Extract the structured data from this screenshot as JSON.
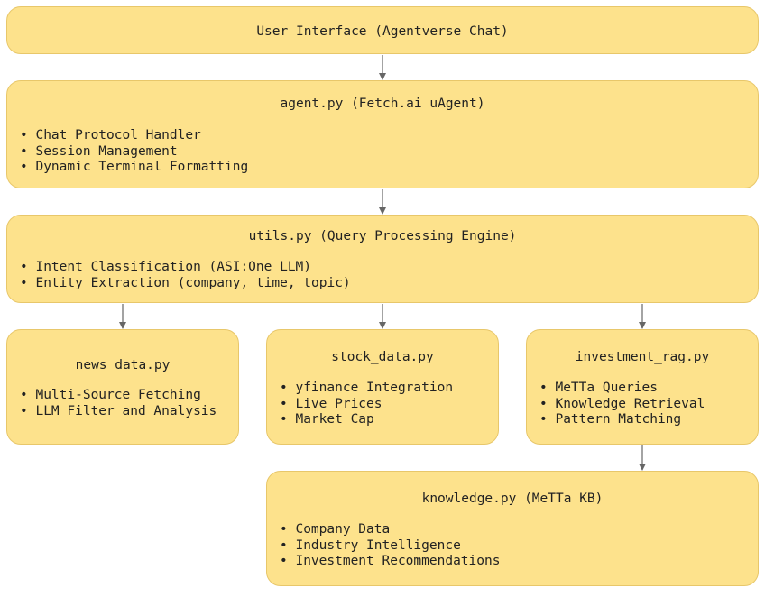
{
  "nodes": {
    "ui": {
      "title": "User Interface (Agentverse Chat)"
    },
    "agent": {
      "title": "agent.py (Fetch.ai uAgent)",
      "items": [
        "Chat Protocol Handler",
        "Session Management",
        "Dynamic Terminal Formatting"
      ]
    },
    "utils": {
      "title": "utils.py (Query Processing Engine)",
      "items": [
        "Intent Classification (ASI:One LLM)",
        "Entity Extraction (company, time, topic)"
      ]
    },
    "news": {
      "title": "news_data.py",
      "items": [
        "Multi-Source Fetching",
        "LLM Filter and Analysis"
      ]
    },
    "stock": {
      "title": "stock_data.py",
      "items": [
        "yfinance Integration",
        "Live Prices",
        "Market Cap"
      ]
    },
    "rag": {
      "title": "investment_rag.py",
      "items": [
        "MeTTa Queries",
        "Knowledge Retrieval",
        "Pattern Matching"
      ]
    },
    "kb": {
      "title": "knowledge.py (MeTTa KB)",
      "items": [
        "Company Data",
        "Industry Intelligence",
        "Investment Recommendations"
      ]
    }
  },
  "edges": [
    {
      "from": "ui",
      "to": "agent"
    },
    {
      "from": "agent",
      "to": "utils"
    },
    {
      "from": "utils",
      "to": "news"
    },
    {
      "from": "utils",
      "to": "stock"
    },
    {
      "from": "utils",
      "to": "rag"
    },
    {
      "from": "rag",
      "to": "kb"
    }
  ],
  "colors": {
    "node_fill": "#fde28c",
    "node_border": "#e8c76a",
    "edge": "#666666"
  }
}
